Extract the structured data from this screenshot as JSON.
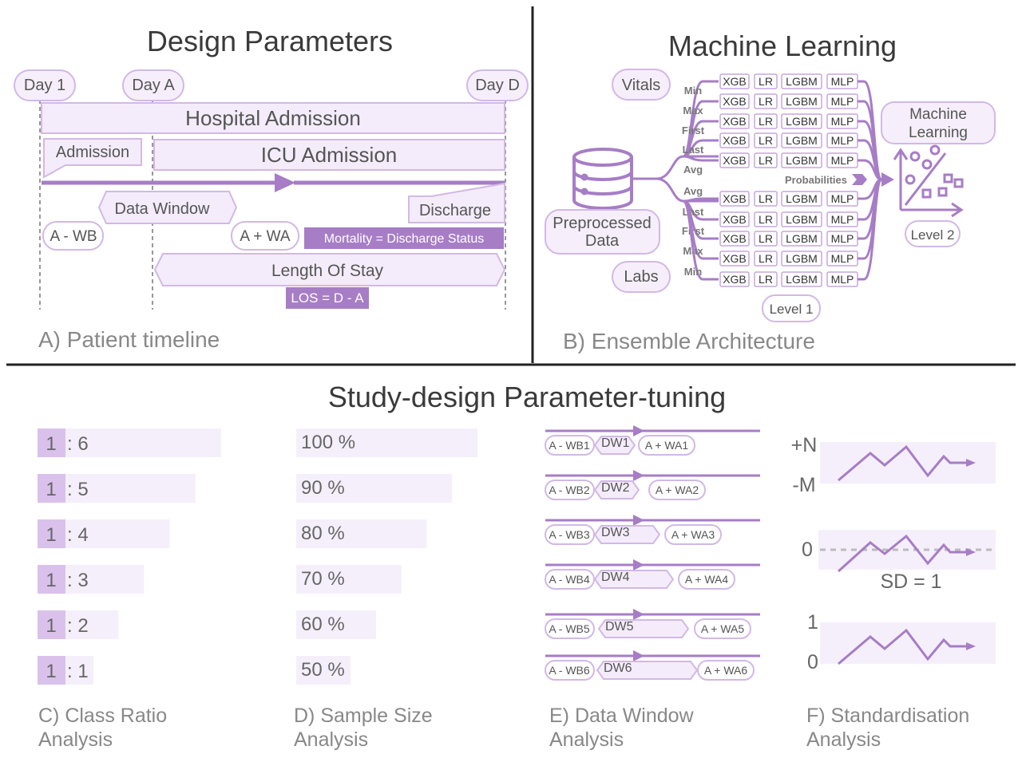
{
  "design": {
    "title": "Design Parameters",
    "caption": "A) Patient timeline",
    "day_1": "Day 1",
    "day_a": "Day A",
    "day_d": "Day D",
    "hospital_admission": "Hospital Admission",
    "admission": "Admission",
    "icu_admission": "ICU Admission",
    "data_window": "Data Window",
    "discharge": "Discharge",
    "a_wb": "A - WB",
    "a_wa": "A + WA",
    "mortality": "Mortality = Discharge Status",
    "los": "Length Of Stay",
    "los_formula": "LOS = D - A"
  },
  "ml": {
    "title": "Machine Learning",
    "caption": "B) Ensemble Architecture",
    "vitals": "Vitals",
    "labs": "Labs",
    "preprocessed_line1": "Preprocessed",
    "preprocessed_line2": "Data",
    "models": [
      "XGB",
      "LR",
      "LGBM",
      "MLP"
    ],
    "aggregations_top": [
      "Min",
      "Max",
      "First",
      "Last",
      "Avg"
    ],
    "aggregations_bottom": [
      "Avg",
      "Last",
      "First",
      "Max",
      "Min"
    ],
    "probabilities": "Probabilities",
    "meta_line1": "Machine",
    "meta_line2": "Learning",
    "level1": "Level 1",
    "level2": "Level 2"
  },
  "study": {
    "title": "Study-design Parameter-tuning",
    "ratios": [
      ": 6",
      ": 5",
      ": 4",
      ": 3",
      ": 2",
      ": 1"
    ],
    "ratio_one": "1",
    "ratio_fill": [
      1.0,
      0.86,
      0.72,
      0.58,
      0.44,
      0.3
    ],
    "class_caption1": "C) Class Ratio",
    "class_caption2": "Analysis",
    "samples": [
      "100 %",
      "90 %",
      "80 %",
      "70 %",
      "60 %",
      "50 %"
    ],
    "sample_fill": [
      1.0,
      0.86,
      0.72,
      0.58,
      0.44,
      0.3
    ],
    "sample_caption1": "D) Sample Size",
    "sample_caption2": "Analysis",
    "windows": [
      {
        "wb": "A - WB1",
        "dw": "DW1",
        "wa": "A + WA1"
      },
      {
        "wb": "A - WB2",
        "dw": "DW2",
        "wa": "A + WA2"
      },
      {
        "wb": "A - WB3",
        "dw": "DW3",
        "wa": "A + WA3"
      },
      {
        "wb": "A - WB4",
        "dw": "DW4",
        "wa": "A + WA4"
      },
      {
        "wb": "A - WB5",
        "dw": "DW5",
        "wa": "A + WA5"
      },
      {
        "wb": "A - WB6",
        "dw": "DW6",
        "wa": "A + WA6"
      }
    ],
    "window_caption1": "E) Data Window",
    "window_caption2": "Analysis",
    "std_pn": "+N",
    "std_nm": "-M",
    "std_zero": "0",
    "std_sd": "SD = 1",
    "std_one": "1",
    "std_zero2": "0",
    "std_caption1": "F) Standardisation",
    "std_caption2": "Analysis"
  }
}
